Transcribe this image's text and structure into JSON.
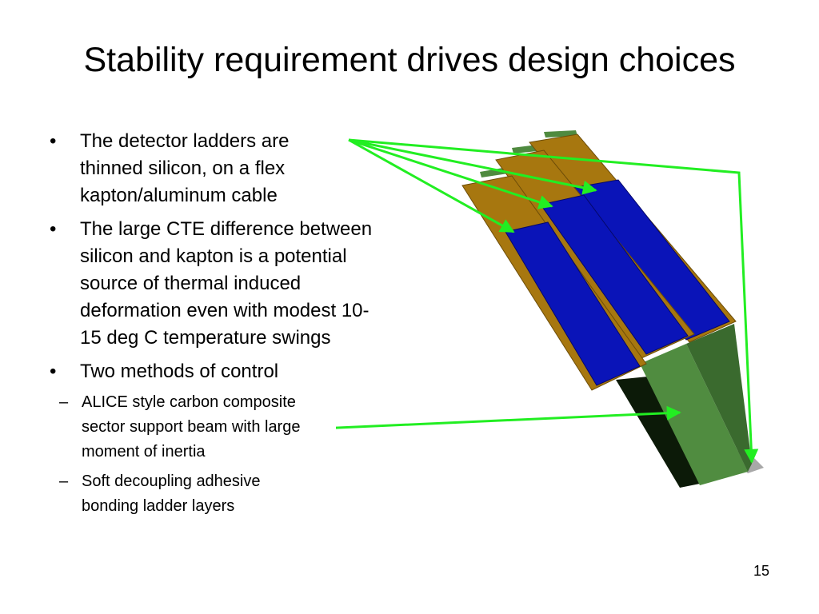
{
  "slide": {
    "title": "Stability requirement drives design choices",
    "bullets": [
      {
        "text": "The detector ladders are thinned silicon, on a flex kapton/aluminum cable"
      },
      {
        "text": "The large CTE difference between silicon and kapton is a potential source of thermal induced deformation even with modest 10-15 deg C temperature swings"
      },
      {
        "text": "Two methods of control"
      }
    ],
    "sub_bullets": [
      {
        "text": "ALICE style carbon composite sector support beam with large moment of inertia"
      },
      {
        "text": "Soft decoupling adhesive bonding ladder layers"
      }
    ],
    "bullet_mark": "•",
    "sub_bullet_mark": "–",
    "page_number": "15"
  },
  "colors": {
    "silicon_blue": "#0a14b8",
    "kapton_gold": "#b07d12",
    "beam_green": "#4f8a3f",
    "arrow_green": "#22ee22"
  }
}
